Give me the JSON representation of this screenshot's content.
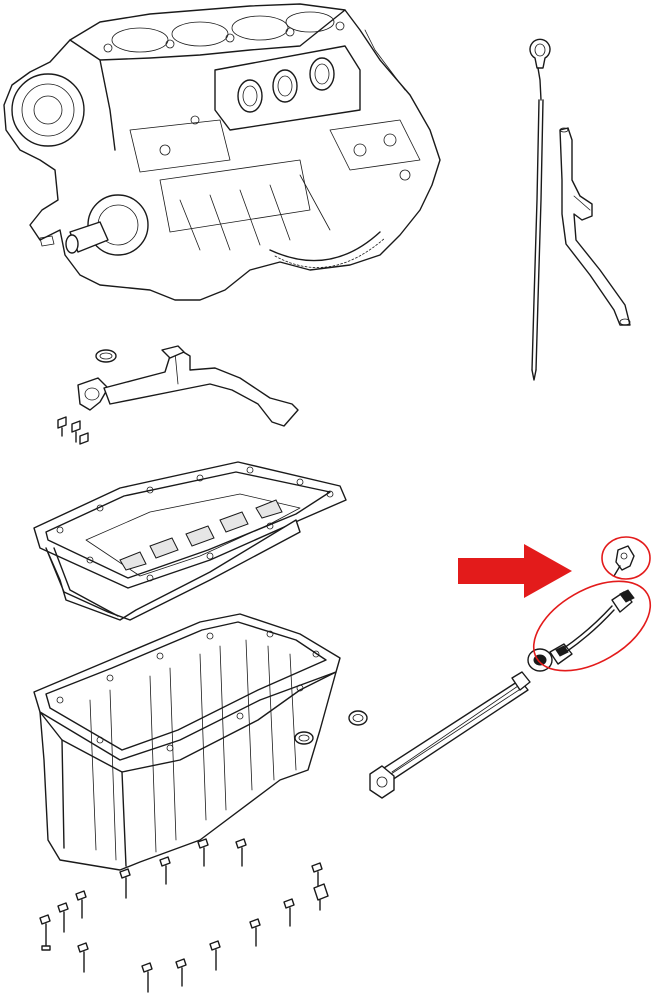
{
  "diagram": {
    "background": "#ffffff",
    "line_color": "#1a1a1a",
    "highlight_color": "#e31b1b",
    "parts": [
      "engine-block",
      "dipstick",
      "dipstick-tube",
      "oil-pickup-tube",
      "o-ring",
      "pickup-bolts",
      "upper-oil-pan",
      "lower-oil-pan",
      "drain-plug-washer",
      "oil-level-sensor-bar",
      "oil-level-sensor-connector",
      "wiring-clip",
      "oil-pan-bolts"
    ],
    "callout": {
      "arrow": "red-arrow-pointing-right",
      "circled_items": [
        "wiring-clip",
        "oil-level-sensor-connector"
      ]
    }
  }
}
